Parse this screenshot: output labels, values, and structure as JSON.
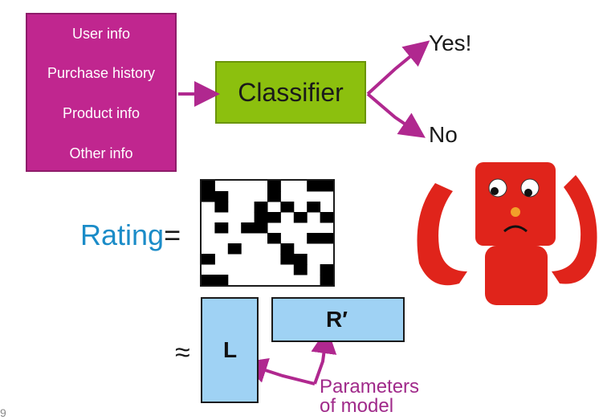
{
  "inputs": {
    "items": [
      "User info",
      "Purchase history",
      "Product info",
      "Other info"
    ]
  },
  "classifier": {
    "label": "Classifier"
  },
  "outputs": {
    "yes": "Yes!",
    "no": "No"
  },
  "rating": {
    "word": "Rating",
    "equals": "="
  },
  "approx_symbol": "≈",
  "factor_L": "L",
  "factor_R": "R′",
  "annotation": {
    "line1": "Parameters",
    "line2": "of model"
  },
  "page_number": "9",
  "colors": {
    "input_box": "#c0268f",
    "classifier_box": "#8cc00e",
    "arrows": "#b0288f",
    "rating_word": "#1b8cc8",
    "factor_fill": "#9fd2f4",
    "robot": "#e0241b"
  },
  "rating_matrix_pattern": [
    [
      1,
      0,
      0,
      0,
      0,
      1,
      0,
      0,
      1,
      1
    ],
    [
      1,
      1,
      0,
      0,
      0,
      1,
      0,
      0,
      0,
      0
    ],
    [
      0,
      1,
      0,
      0,
      1,
      0,
      1,
      0,
      1,
      0
    ],
    [
      0,
      0,
      0,
      0,
      1,
      1,
      0,
      1,
      0,
      1
    ],
    [
      0,
      1,
      0,
      1,
      1,
      0,
      0,
      0,
      0,
      0
    ],
    [
      0,
      0,
      0,
      0,
      0,
      1,
      0,
      0,
      1,
      1
    ],
    [
      0,
      0,
      1,
      0,
      0,
      0,
      1,
      0,
      0,
      0
    ],
    [
      1,
      0,
      0,
      0,
      0,
      0,
      1,
      1,
      0,
      0
    ],
    [
      0,
      0,
      0,
      0,
      0,
      0,
      0,
      1,
      0,
      1
    ],
    [
      1,
      1,
      0,
      0,
      0,
      0,
      0,
      0,
      0,
      1
    ]
  ]
}
